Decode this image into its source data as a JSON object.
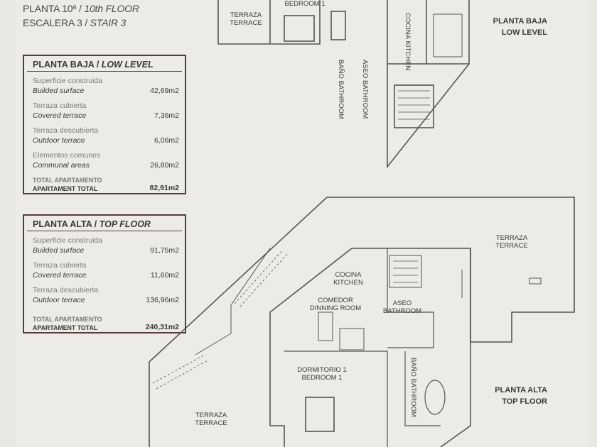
{
  "header": {
    "floor_es": "PLANTA 10ª / ",
    "floor_en": "10th FLOOR",
    "stair_es": "ESCALERA 3 / ",
    "stair_en": "STAIR 3"
  },
  "low_level": {
    "title_es": "PLANTA BAJA / ",
    "title_en": "LOW LEVEL",
    "rows": [
      {
        "es": "Superficie construida",
        "en": "Builded surface",
        "value": "42,69m2"
      },
      {
        "es": "Terraza cubierta",
        "en": "Covered terrace",
        "value": "7,36m2"
      },
      {
        "es": "Terraza descubierta",
        "en": "Outdoor terrace",
        "value": "6,06m2"
      },
      {
        "es": "Elementos comunes",
        "en": "Communal areas",
        "value": "26,80m2"
      }
    ],
    "total": {
      "es": "TOTAL APARTAMENTO",
      "en": "APARTAMENT TOTAL",
      "value": "82,91m2"
    }
  },
  "top_floor": {
    "title_es": "PLANTA ALTA / ",
    "title_en": "TOP FLOOR",
    "rows": [
      {
        "es": "Superficie construida",
        "en": "Builded surface",
        "value": "91,75m2"
      },
      {
        "es": "Terraza cubierta",
        "en": "Covered terrace",
        "value": "11,60m2"
      },
      {
        "es": "Terraza descubierta",
        "en": "Outdoor terrace",
        "value": "136,96m2"
      }
    ],
    "total": {
      "es": "TOTAL APARTAMENTO",
      "en": "APARTAMENT TOTAL",
      "value": "240,31m2"
    }
  },
  "level_labels": {
    "low_es": "PLANTA BAJA",
    "low_en": "LOW LEVEL",
    "top_es": "PLANTA ALTA",
    "top_en": "TOP FLOOR"
  },
  "rooms": {
    "terrace_low_es": "TERRAZA",
    "terrace_low_en": "TERRACE",
    "bedroom_low": "BEDROOM 1",
    "kitchen_low_es": "COCINA",
    "kitchen_low_en": "KITCHEN",
    "bath_low_es": "BAÑO",
    "bath_low_en": "BATHROOM",
    "aseo_low_es": "ASEO",
    "aseo_low_en": "BATHROOM",
    "terrace_top_es": "TERRAZA",
    "terrace_top_en": "TERRACE",
    "kitchen_top_es": "COCINA",
    "kitchen_top_en": "KITCHEN",
    "dining_es": "COMEDOR",
    "dining_en": "DINNING ROOM",
    "aseo_top_es": "ASEO",
    "aseo_top_en": "BATHROOM",
    "bedroom_top_es": "DORMITORIO 1",
    "bedroom_top_en": "BEDROOM 1",
    "bath_top_es": "BAÑO",
    "bath_top_en": "BATHROOM",
    "terrace_bottom_es": "TERRAZA",
    "terrace_bottom_en": "TERRACE"
  }
}
